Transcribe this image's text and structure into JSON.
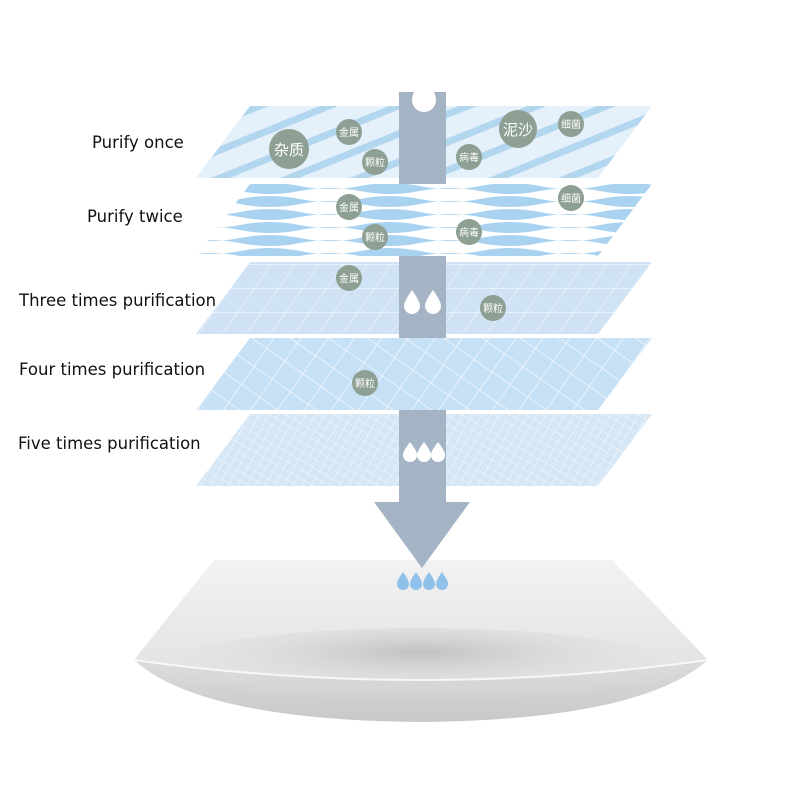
{
  "layers": [
    {
      "label": "Purify once"
    },
    {
      "label": "Purify twice"
    },
    {
      "label": "Three times purification"
    },
    {
      "label": "Four times purification"
    },
    {
      "label": "Five times purification"
    }
  ],
  "particles": [
    {
      "text": "杂质",
      "layer": 1,
      "size": "large"
    },
    {
      "text": "金属",
      "layer": 1,
      "size": "small"
    },
    {
      "text": "颗粒",
      "layer": 1,
      "size": "small"
    },
    {
      "text": "泥沙",
      "layer": 1,
      "size": "large"
    },
    {
      "text": "细菌",
      "layer": 1,
      "size": "small"
    },
    {
      "text": "病毒",
      "layer": 1,
      "size": "small"
    },
    {
      "text": "金属",
      "layer": 2,
      "size": "small"
    },
    {
      "text": "颗粒",
      "layer": 2,
      "size": "small"
    },
    {
      "text": "病毒",
      "layer": 2,
      "size": "small"
    },
    {
      "text": "细菌",
      "layer": 2,
      "size": "small"
    },
    {
      "text": "金属",
      "layer": 3,
      "size": "small"
    },
    {
      "text": "颗粒",
      "layer": 3,
      "size": "small"
    },
    {
      "text": "颗粒",
      "layer": 4,
      "size": "small"
    }
  ],
  "colors": {
    "layer_fill": "#e3eff9",
    "layer_stripe": "#aed3ee",
    "arrow": "#a4b4c5",
    "particle": "#8e9f93",
    "drop_blue": "#7fb7e6",
    "base": "#e8e8e8"
  }
}
